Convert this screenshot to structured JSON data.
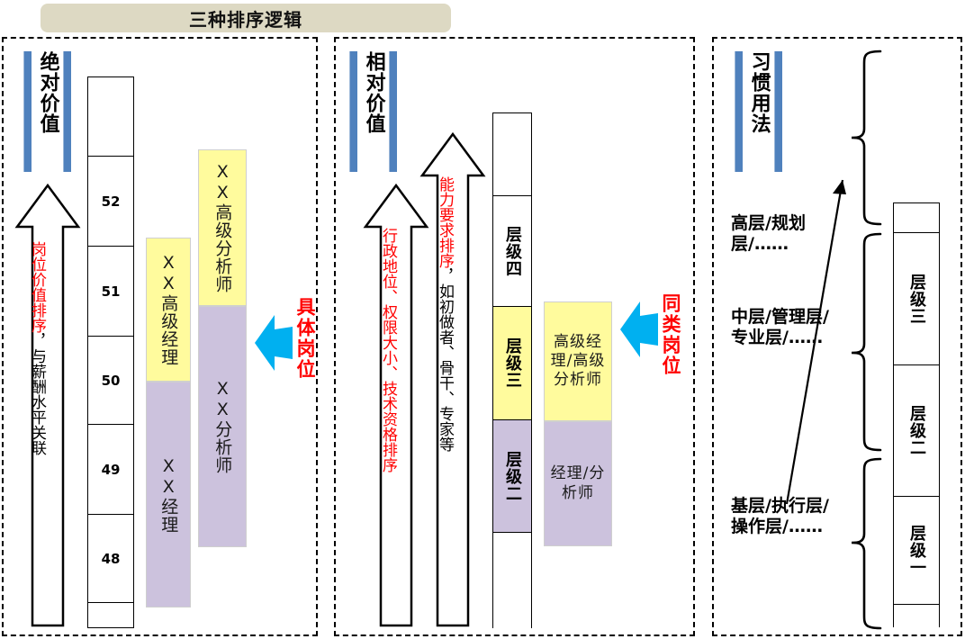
{
  "title": {
    "text": "三种排序逻辑"
  },
  "panels": [
    {
      "id": "absolute-value",
      "header": "绝对价值",
      "arrow_label_red": "岗位价值排序",
      "arrow_label_black": "，与薪酬水平关联",
      "grade_column": [
        "",
        "52",
        "51",
        "50",
        "49",
        "48",
        ""
      ],
      "job_boxes": [
        {
          "label": "XX高级分析师",
          "color": "#FFFB9D",
          "color_name": "yellow"
        },
        {
          "label": "XX分析师",
          "color": "#CCC2DD",
          "color_name": "purple"
        },
        {
          "label": "XX高级经理",
          "color": "#FFFB9D",
          "color_name": "yellow"
        },
        {
          "label": "XX经理",
          "color": "#CCC2DD",
          "color_name": "purple"
        }
      ],
      "callout": {
        "text": "具体岗位",
        "arrow": "left-arrow-icon",
        "color": "#FF0000",
        "arrow_color": "#00B0F0"
      }
    },
    {
      "id": "relative-value",
      "header": "相对价值",
      "arrow1_label_red": "行政地位、权限大小、技术资格排序",
      "arrow2_label_red": "能力要求排序",
      "arrow2_label_black": "，如初做者、骨干、专家等",
      "level_column": [
        {
          "label": "",
          "color": "#FFFFFF"
        },
        {
          "label": "层级四",
          "color": "#FFFFFF"
        },
        {
          "label": "层级三",
          "color": "#FFFB9D"
        },
        {
          "label": "层级二",
          "color": "#CCC2DD"
        },
        {
          "label": "",
          "color": "#FFFFFF"
        }
      ],
      "job_boxes": [
        {
          "label": "高级经理/高级分析师",
          "color": "#FFFB9D",
          "color_name": "yellow"
        },
        {
          "label": "经理/分析师",
          "color": "#CCC2DD",
          "color_name": "purple"
        }
      ],
      "callout": {
        "text": "同类岗位",
        "arrow": "left-arrow-icon",
        "color": "#FF0000",
        "arrow_color": "#00B0F0"
      }
    },
    {
      "id": "conventional-usage",
      "header": "习惯用法",
      "labels": [
        "高层/规划层/……",
        "中层/管理层/专业层/……",
        "基层/执行层/操作层/……"
      ],
      "level_column": [
        {
          "label": "",
          "color": "#FFFFFF"
        },
        {
          "label": "层级三",
          "color": "#FFFFFF"
        },
        {
          "label": "层级二",
          "color": "#FFFFFF"
        },
        {
          "label": "层级一",
          "color": "#FFFFFF"
        },
        {
          "label": "",
          "color": "#FFFFFF"
        }
      ]
    }
  ],
  "colors": {
    "banner": "#DDD9C3",
    "header_bar": "#4F81BD",
    "yellow": "#FFFB9D",
    "purple": "#CCC2DD",
    "accent_red": "#FF0000",
    "accent_cyan": "#00B0F0"
  }
}
